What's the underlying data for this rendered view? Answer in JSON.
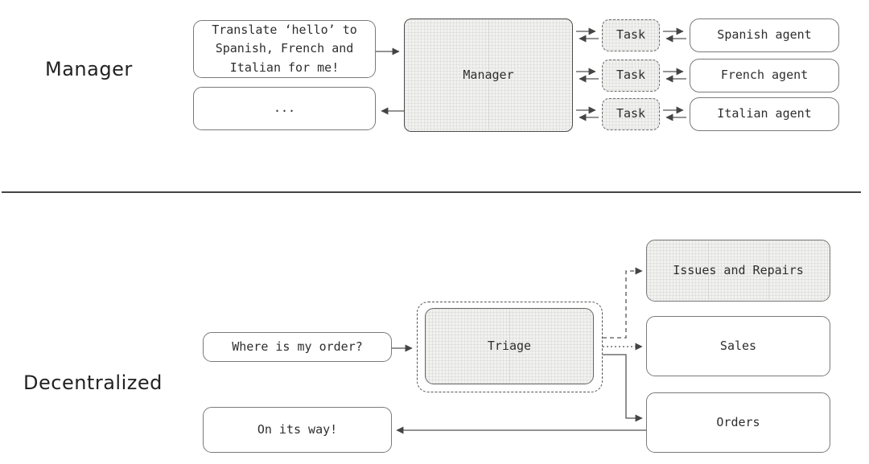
{
  "sections": {
    "manager": {
      "label": "Manager",
      "prompt_lines": [
        "Translate ‘hello’ to",
        "Spanish, French and",
        "Italian for me!"
      ],
      "response": "...",
      "hub": "Manager",
      "tasks": [
        "Task",
        "Task",
        "Task"
      ],
      "agents": [
        "Spanish agent",
        "French agent",
        "Italian agent"
      ]
    },
    "decentralized": {
      "label": "Decentralized",
      "prompt": "Where is my order?",
      "hub": "Triage",
      "agents": [
        "Issues and Repairs",
        "Sales",
        "Orders"
      ],
      "response": "On its way!"
    }
  },
  "colors": {
    "background": "#ffffff",
    "box_border": "#7a7a7a",
    "hub_border": "#4d4d4d",
    "dashed_border": "#6b6b6b",
    "pattern_fill": "#f1f1f0",
    "text": "#2e2e2e",
    "arrow": "#555555",
    "divider": "#454545"
  }
}
